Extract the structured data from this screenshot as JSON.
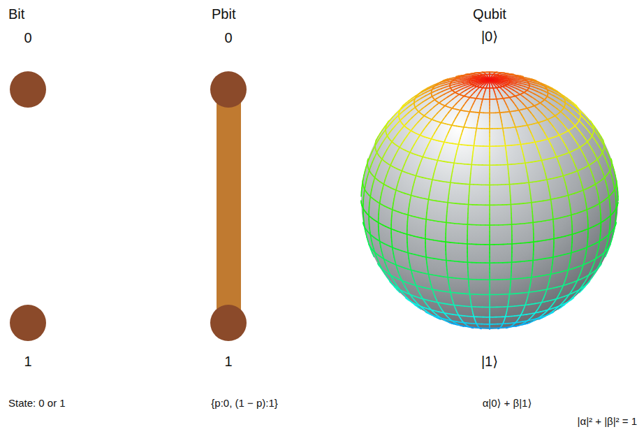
{
  "diagram": {
    "labels": [
      "Bit",
      "Pbit",
      "Qubit",
      "0",
      "0",
      "|0⟩",
      "1",
      "1",
      "|1⟩",
      "State: 0 or 1",
      "{p:0, (1 − p):1}",
      "α|0⟩ + β|1⟩",
      "|α|² + |β|² = 1"
    ]
  }
}
